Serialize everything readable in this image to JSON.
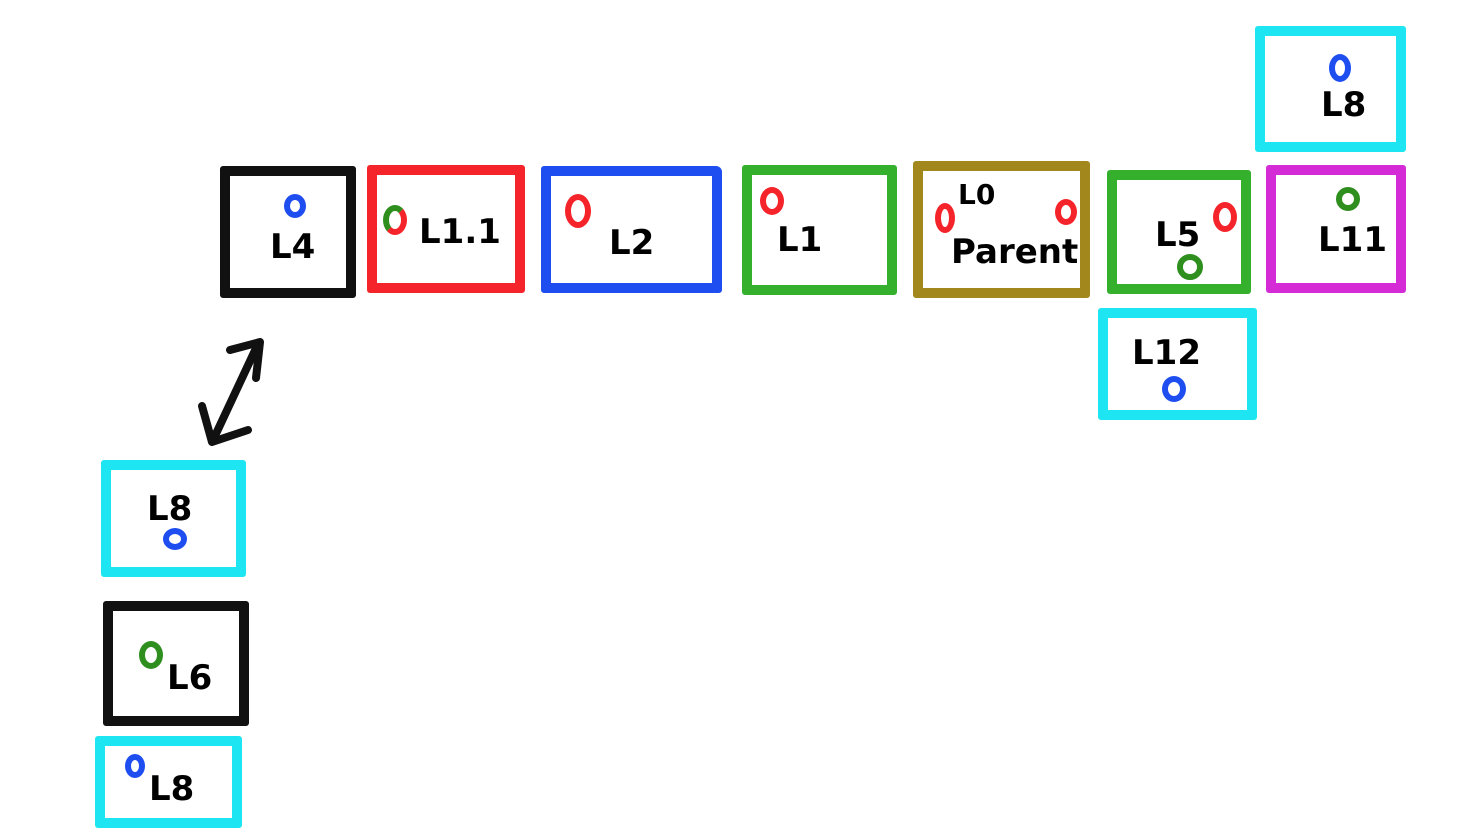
{
  "colors": {
    "black": "#111111",
    "red": "#f5242a",
    "blue": "#1f4ef0",
    "green": "#35b02c",
    "olive": "#a1871c",
    "magenta": "#d42bd6",
    "cyan": "#1ee5f2",
    "dark_green": "#2e8f1f"
  },
  "boxes": {
    "l4": {
      "label": "L4"
    },
    "l1_1": {
      "label": "L1.1"
    },
    "l2": {
      "label": "L2"
    },
    "l1": {
      "label": "L1"
    },
    "parent": {
      "label": "Parent",
      "sublabel": "L0"
    },
    "l5": {
      "label": "L5"
    },
    "l11": {
      "label": "L11"
    },
    "l8_top": {
      "label": "L8"
    },
    "l12": {
      "label": "L12"
    },
    "l8_left": {
      "label": "L8"
    },
    "l6": {
      "label": "L6"
    },
    "l8_bottom": {
      "label": "L8"
    }
  },
  "arrow": {
    "type": "double-headed"
  }
}
